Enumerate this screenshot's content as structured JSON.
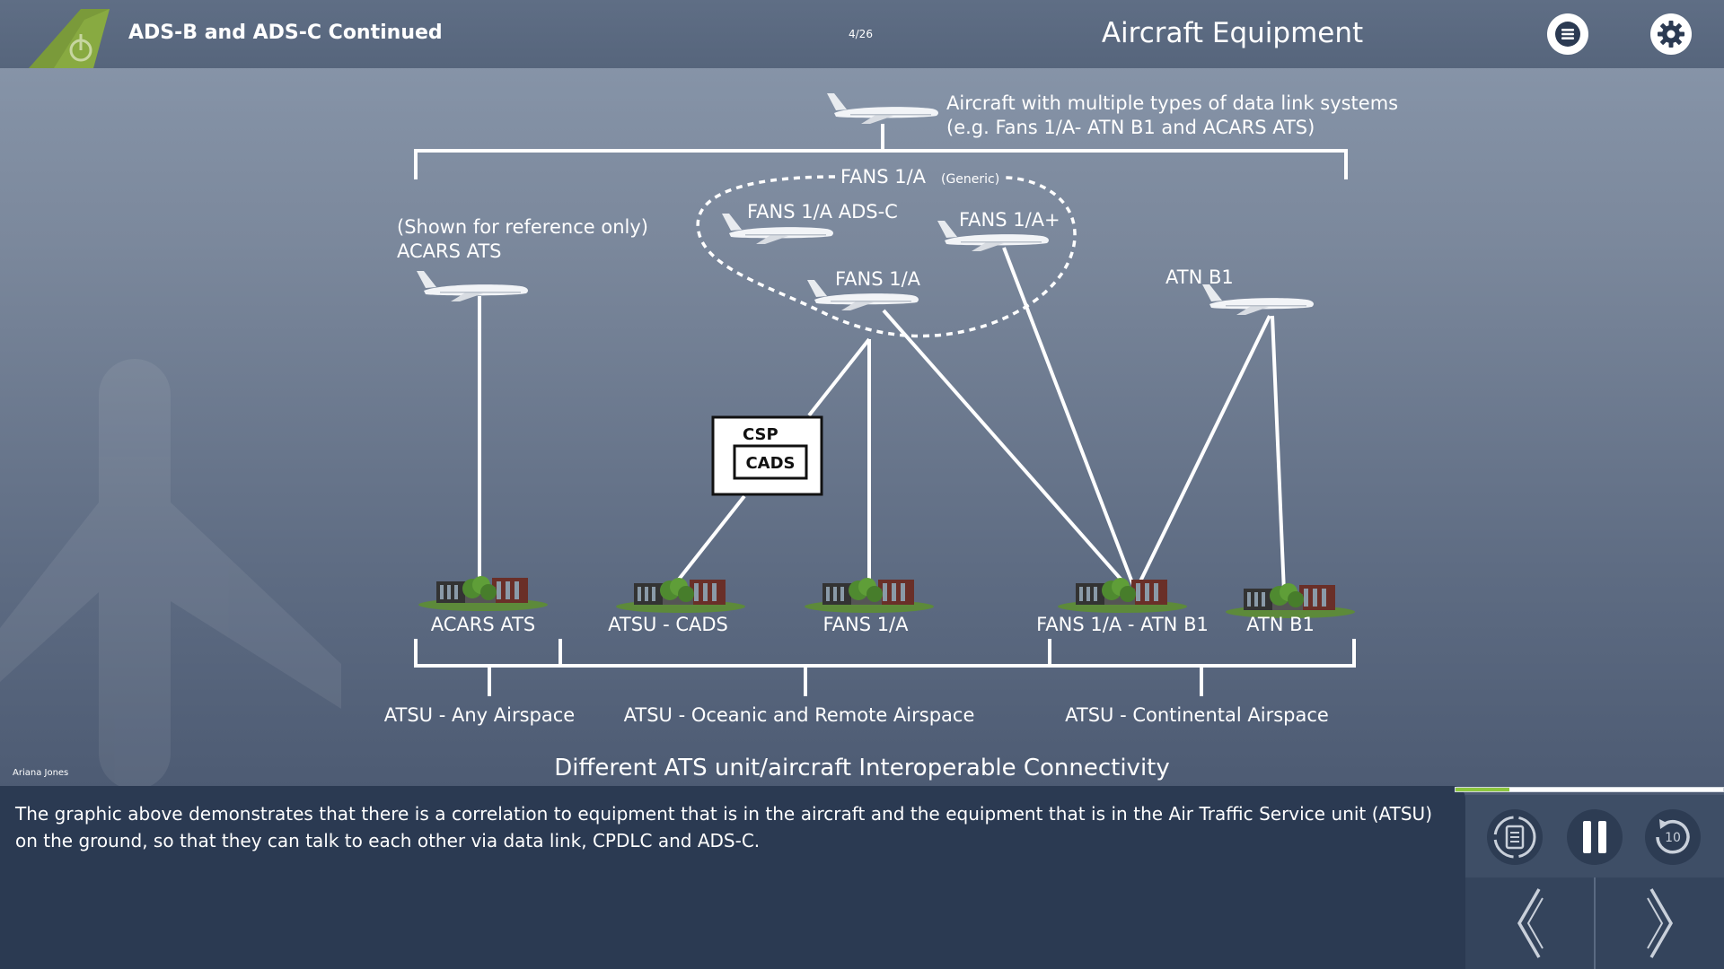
{
  "header": {
    "course_title": "ADS-B and ADS-C Continued",
    "page_indicator": "4/26",
    "slide_title": "Aircraft Equipment",
    "menu_icon": "hamburger-menu-icon",
    "settings_icon": "gear-icon"
  },
  "diagram": {
    "top_label_line1": "Aircraft with multiple types of data link systems",
    "top_label_line2": "(e.g. Fans 1/A- ATN B1 and ACARS ATS)",
    "generic_group_label": "FANS 1/A",
    "generic_group_sub": "(Generic)",
    "ref_note": "(Shown for reference only)",
    "aircraft": {
      "acars": "ACARS ATS",
      "fans_adsc": "FANS 1/A ADS-C",
      "fans_plus": "FANS 1/A+",
      "fans": "FANS 1/A",
      "atn": "ATN B1"
    },
    "csp_label": "CSP",
    "cads_label": "CADS",
    "ground": {
      "acars": "ACARS ATS",
      "atsu_cads": "ATSU -  CADS",
      "fans": "FANS 1/A",
      "fans_atn": "FANS 1/A - ATN B1",
      "atn": "ATN B1"
    },
    "airspace": {
      "any": "ATSU - Any Airspace",
      "oceanic": "ATSU - Oceanic and Remote Airspace",
      "continental": "ATSU - Continental Airspace"
    },
    "subtitle": "Different ATS unit/aircraft Interoperable Connectivity"
  },
  "author": "Ariana Jones",
  "caption": "The graphic above demonstrates that there is a correlation to equipment that is in the aircraft and the equipment that is in the Air Traffic Service unit (ATSU) on the ground, so that they can talk to each other via data link, CPDLC and ADS-C.",
  "progress": {
    "fraction": 0.2
  },
  "controls": {
    "transcript_icon": "transcript-icon",
    "pause_icon": "pause-icon",
    "replay_icon": "replay-10-icon",
    "replay_seconds": "10",
    "prev_icon": "chevron-left-icon",
    "next_icon": "chevron-right-icon"
  },
  "colors": {
    "accent_green": "#8cc63f",
    "panel_dark": "#2b3a52",
    "header_bg": "#5f6e85"
  }
}
